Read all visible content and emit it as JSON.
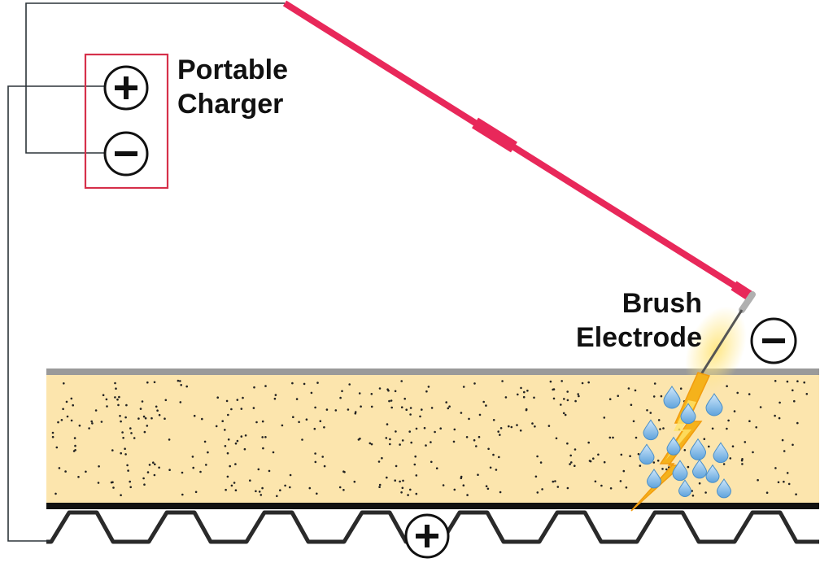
{
  "labels": {
    "charger_line1": "Portable",
    "charger_line2": "Charger",
    "electrode_line1": "Brush",
    "electrode_line2": "Electrode"
  },
  "symbols": {
    "charger_positive": "+",
    "charger_negative": "−",
    "electrode_negative": "−",
    "deck_positive": "+"
  },
  "colors": {
    "wire": "#2b3338",
    "lead_wire": "#e8285a",
    "charger_box": "#d6304a",
    "membrane_fill": "#fce5ad",
    "membrane_top": "#9a9a9a",
    "deck": "#222222",
    "spark": "#f5b21b",
    "water_drop": "#8cc3ec"
  }
}
